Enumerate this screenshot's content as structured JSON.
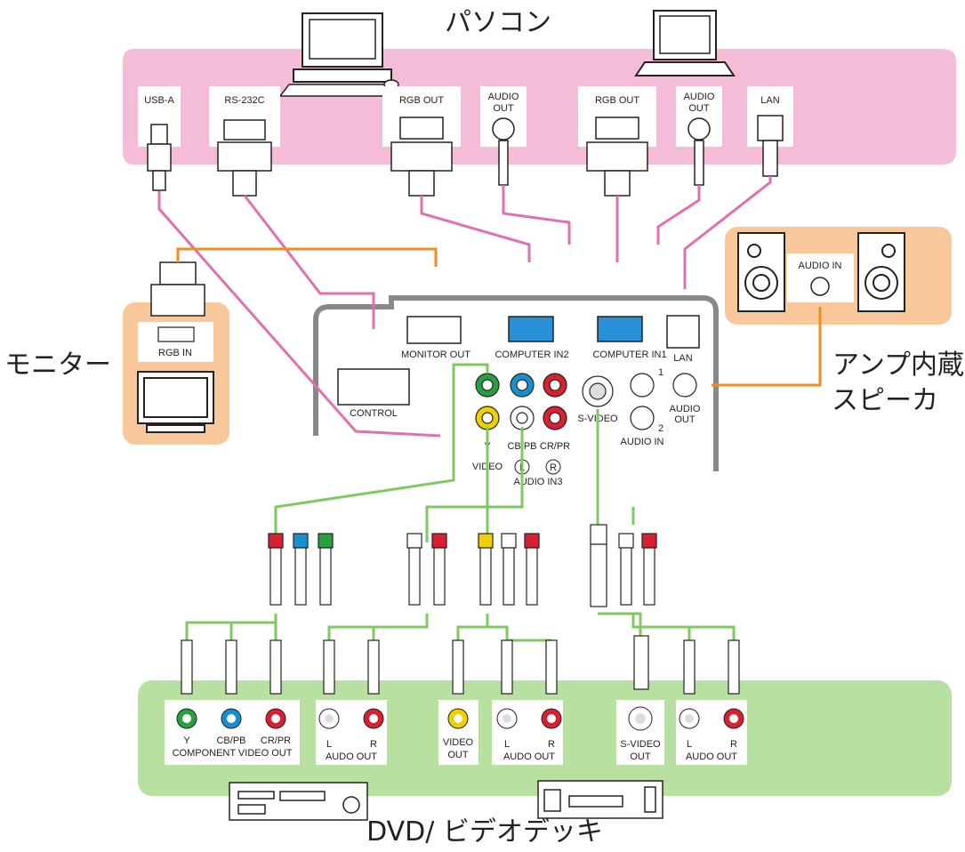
{
  "title_pc": "パソコン",
  "label_monitor": "モニター",
  "label_speaker_line1": "アンプ内蔵",
  "label_speaker_line2": "スピーカ",
  "label_dvd": "DVD/ ビデオデッキ",
  "pc_ports": [
    "USB-A",
    "RS-232C",
    "RGB OUT",
    "AUDIO",
    "OUT",
    "RGB OUT",
    "AUDIO",
    "OUT",
    "LAN"
  ],
  "monitor_port": "RGB IN",
  "speaker_port": "AUDIO IN",
  "projector": {
    "control": "CONTROL",
    "monitor_out": "MONITOR OUT",
    "computer_in2": "COMPUTER IN2",
    "computer_in1": "COMPUTER IN1",
    "lan": "LAN",
    "svideo": "S-VIDEO",
    "audio_in": "AUDIO IN",
    "audio_out_1": "AUDIO",
    "audio_out_2": "OUT",
    "y": "Y",
    "cbpb": "CB/PB",
    "crpr": "CR/PR",
    "video": "VIDEO",
    "l": "L",
    "r": "R",
    "audio_in3": "AUDIO IN3",
    "num1": "1",
    "num2": "2"
  },
  "dvd_ports": {
    "y": "Y",
    "cbpb": "CB/PB",
    "crpr": "CR/PR",
    "component": "COMPONENT VIDEO OUT",
    "l": "L",
    "r": "R",
    "audio_out": "AUDO OUT",
    "video": "VIDEO",
    "out": "OUT",
    "svideo": "S-VIDEO"
  },
  "colors": {
    "pink_bg": "#f5bcd8",
    "orange_bg": "#f8c89a",
    "green_bg": "#b8e0a0",
    "cable_pink": "#e070b0",
    "cable_orange": "#f08c20",
    "cable_green": "#80c860",
    "jack_green": "#28a040",
    "jack_blue": "#1890d0",
    "jack_red": "#d82030",
    "jack_yellow": "#f0d000"
  }
}
